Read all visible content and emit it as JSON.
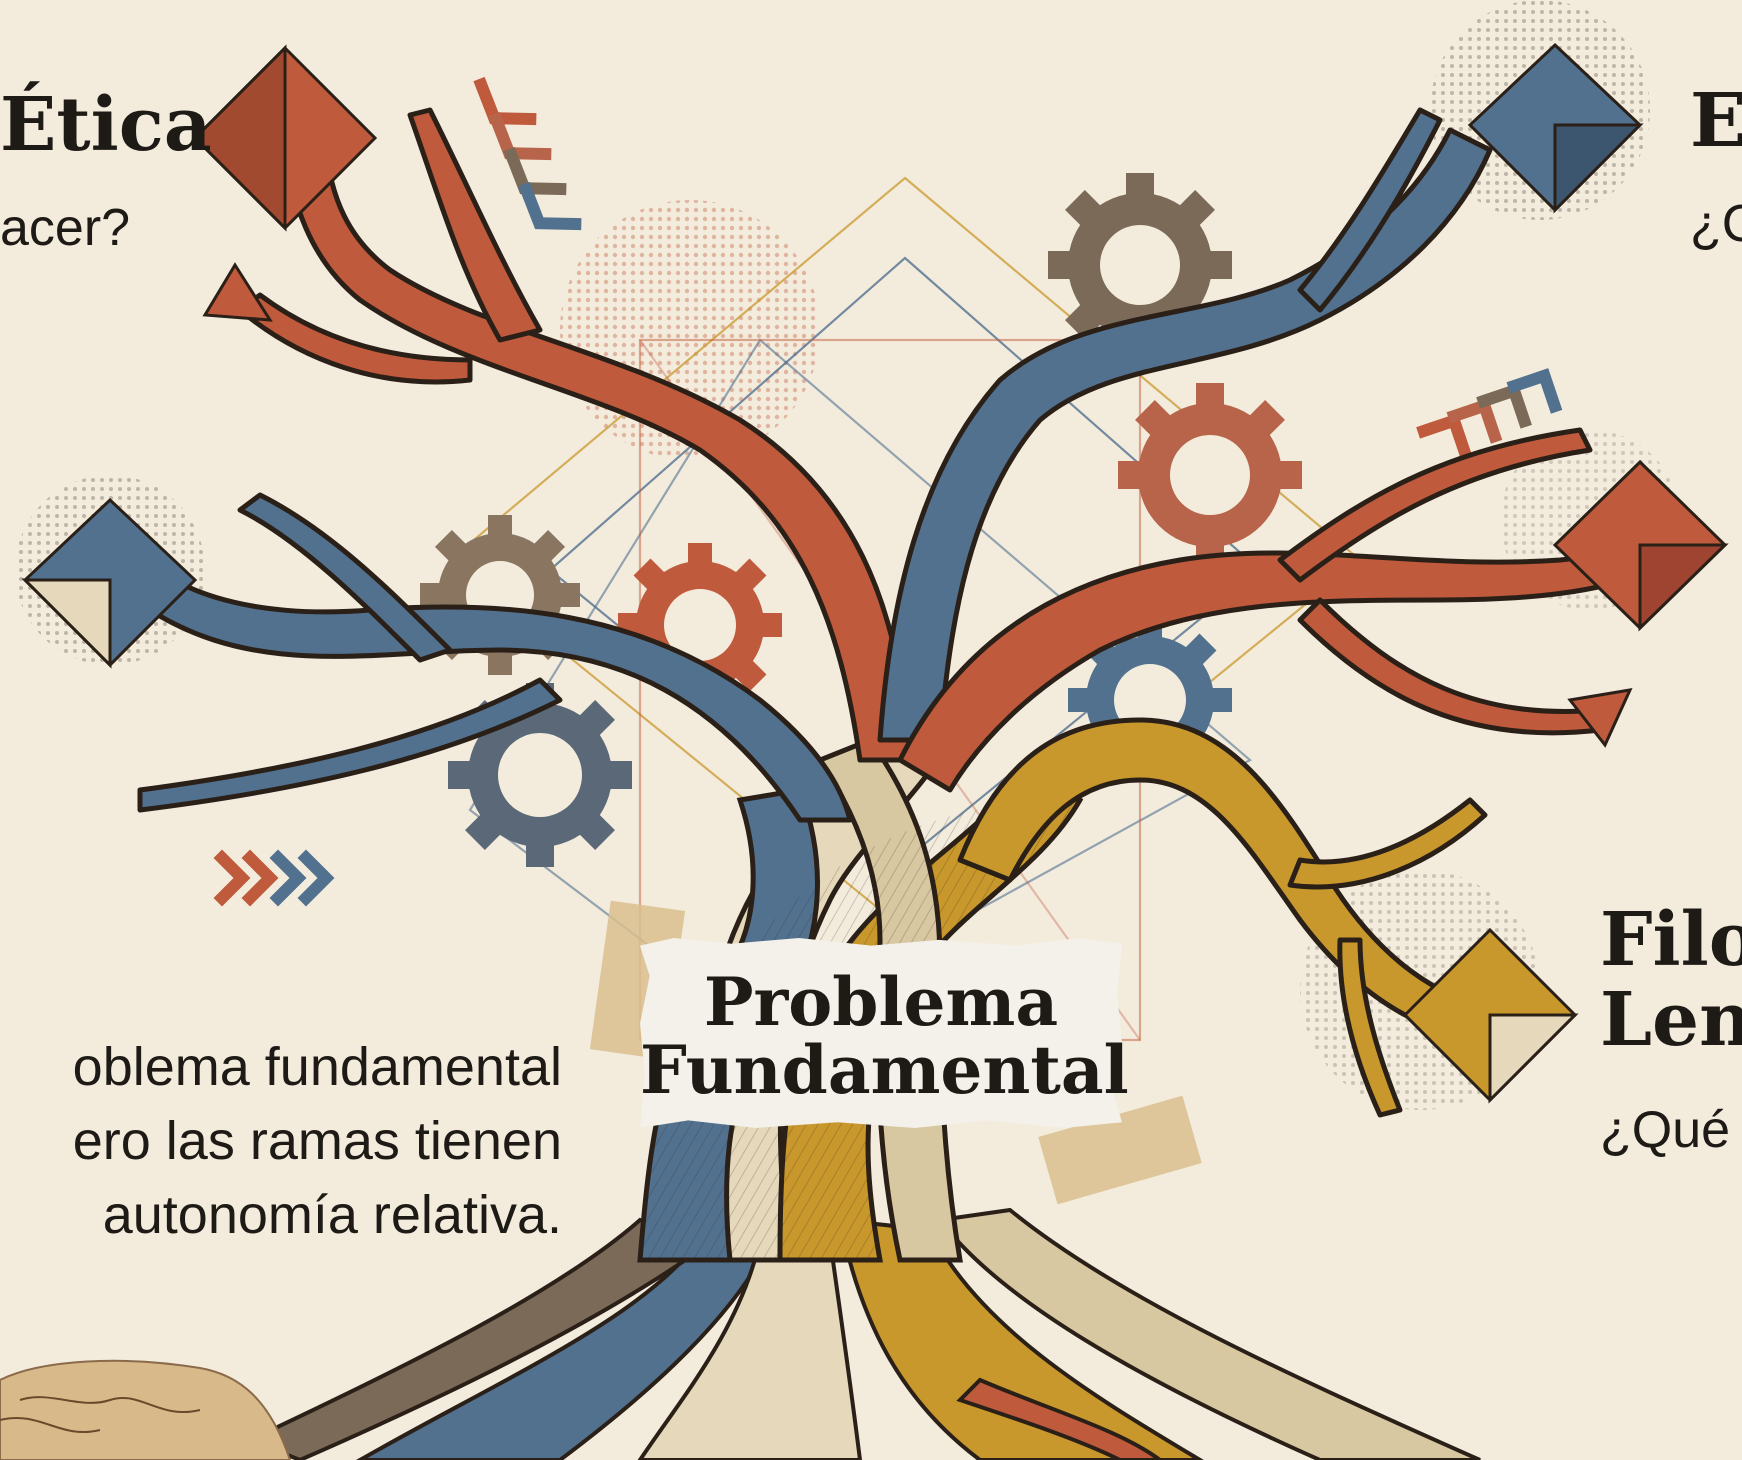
{
  "diagram": {
    "center_label": {
      "line1": "Problema",
      "line2": "Fundamental"
    },
    "branches": [
      {
        "id": "etica",
        "title": "Ética",
        "question": "acer?",
        "color": "#c05a3c"
      },
      {
        "id": "top-right",
        "title": "E",
        "question": "¿C",
        "color": "#52718f"
      },
      {
        "id": "filosofia-lenguaje",
        "title_line1": "Filo",
        "title_line2": "Len",
        "question": "¿Qué",
        "color": "#c9982c"
      }
    ],
    "note": {
      "line1": "oblema fundamental",
      "line2": "ero las ramas tienen",
      "line3": "autonomía relativa."
    },
    "palette": {
      "red": "#c05a3c",
      "blue": "#52718f",
      "gold": "#c9982c",
      "cream": "#e6d8bb",
      "ink": "#2a2018",
      "background": "#f3ecdd"
    }
  }
}
